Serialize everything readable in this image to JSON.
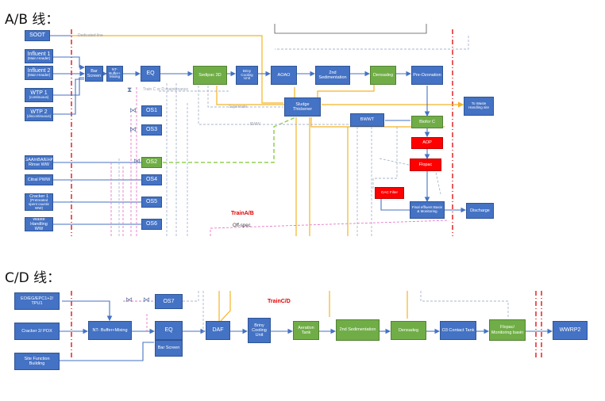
{
  "titles": {
    "ab": "A/B 线：",
    "cd": "C/D 线："
  },
  "ab": {
    "soot": "SOOT",
    "influent1": {
      "name": "Influent 1",
      "sub": "(Main Header)"
    },
    "influent2": {
      "name": "Influent 2",
      "sub": "(Main Header)"
    },
    "wtp1": {
      "name": "WTP 1",
      "sub": "(continuous)"
    },
    "wtp2": {
      "name": "WTP 2",
      "sub": "(discontinuous)"
    },
    "gaa": "GAA/nBA/EHA Rinse WW",
    "citral": "Citral PWW",
    "cracker1": {
      "name": "Cracker 1",
      "sub": "(Pretreated spent caustic WW)"
    },
    "waste_handling": "Waste Handling WW",
    "bar_screen": "Bar Screen",
    "nt_buffer": "NT-Buffer+ Mixing",
    "eq": "EQ",
    "os1": "OS1",
    "os2": "OS2",
    "os3": "OS3",
    "os4": "OS4",
    "os5": "OS5",
    "os6": "OS6",
    "sedipac": "Sedipac 3D",
    "briny": "Briny Cooling Unit",
    "aoao": "AOAO",
    "sed2": "2nd Sedimentation",
    "densadeg": "Densadeg",
    "preozon": "Pre-Ozonation",
    "sludge": "Sludge Thickener",
    "to_waste": "To Waste Handling site",
    "bwwt": "BWWT",
    "biofor": "Biofor C",
    "aop": "AOP",
    "flopac": "Flopac",
    "gac": "GAC Filter",
    "final": "Final effluent Basin & Monitoring",
    "discharge": "Discharge",
    "train_label": "TrainA/B",
    "offspec": "Off-spec",
    "supernate": "Supernate",
    "bwww": "BWW",
    "train_cd_maint": "Train C or D maintenance",
    "dedicated": "Dedicated line"
  },
  "cd": {
    "eq_eg": "EO/EG/EPC1+2/ TPU1",
    "cracker2": "Cracker 2/ POX",
    "site_function": "Site Function Building",
    "nt_buffer": "NT- Buffer+Mixing",
    "os7": "OS7",
    "eq": "EQ",
    "bar_screen": "Bar Screen",
    "daf": "DAF",
    "briny": "Briny Cooling Unit",
    "aeration": "Aeration Tank",
    "sed2": "2nd Sedimentation",
    "densadeg": "Densadeg",
    "o3": "O3 Contact Tank",
    "flopac": "Flopac/ Monitoring basin",
    "wwrp2": "WWRP2",
    "train_label": "TrainC/D"
  },
  "colors": {
    "blue": "#4472c4",
    "green": "#70ad47",
    "red": "#ff0000",
    "orange": "#f5b324",
    "pink": "#e879c9",
    "gray": "#a9b6cc"
  }
}
